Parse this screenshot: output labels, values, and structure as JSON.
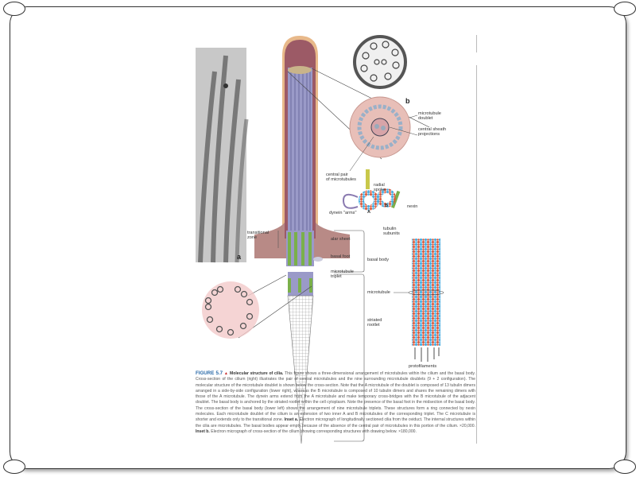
{
  "figure": {
    "inset_a_letter": "a",
    "inset_b_letter": "b",
    "labels": {
      "microtubule_doublet": "microtubule\ndoublet",
      "central_sheath_projections": "central sheath\nprojections",
      "central_pair": "central pair\nof microtubules",
      "radial_spoke": "radial\nspoke",
      "nexin": "nexin",
      "dynein_arms": "dynein \"arms\"",
      "A": "A",
      "B": "B",
      "tubulin_subunits": "tubulin\nsubunits",
      "transitional_zone": "transitional\nzone",
      "alar_sheet": "alar sheet",
      "basal_foot": "basal foot",
      "basal_body": "basal body",
      "microtubule_triplet": "microtubule\ntriplet",
      "microtubule": "microtubule",
      "striated_rootlet": "striated\nrootlet",
      "protofilaments": "protofilaments"
    }
  },
  "caption": {
    "figure_number": "FIGURE 5.7",
    "marker": "▲",
    "title": "Molecular structure of cilia.",
    "body1": "This figure shows a three-dimensional arrangement of microtubules within the cilium and the basal body. Cross-section of the cilium (right) illustrates the pair of central microtubules and the nine surrounding microtubule doublets (9 + 2 configuration). The molecular structure of the microtubule doublet is shown below the cross-section. Note that the A microtubule of the doublet is composed of 13 tubulin dimers arranged in a side-by-side configuration (lower right), whereas the B microtubule is composed of 10 tubulin dimers and shares the remaining dimers with those of the A microtubule. The dynein arms extend from the A microtubule and make temporary cross-bridges with the B microtubule of the adjacent doublet. The basal body is anchored by the striated rootlet within the cell cytoplasm. Note the presence of the basal foot in the midsection of the basal body. The cross-section of the basal body (lower left) shows the arrangement of nine microtubule triplets. These structures form a ring connected by nexin molecules. Each microtubule doublet of the cilium is an extension of two inner A and B microtubules of the corresponding triplet. The C microtubule is shorter and extends only to the transitional zone.",
    "inset_a_label": "Inset a.",
    "inset_a_text": "Electron micrograph of longitudinally sectioned cilia from the oviduct. The internal structures within the cilia are microtubules. The basal bodies appear empty because of the absence of the central pair of microtubules in this portion of the cilium. ×20,000.",
    "inset_b_label": "Inset b.",
    "inset_b_text": "Electron micrograph of cross-section of the cilium showing corresponding structures with drawing below. ×180,000."
  },
  "colors": {
    "figure_number": "#2a6aa8",
    "marker": "#c62828",
    "membrane": "#e8b98a",
    "cytoplasm": "#9c5a66",
    "microtubule": "#9a9ac8",
    "green": "#7ab04a",
    "tubulin_red": "#d9573a",
    "tubulin_blue": "#3fa9e0"
  }
}
